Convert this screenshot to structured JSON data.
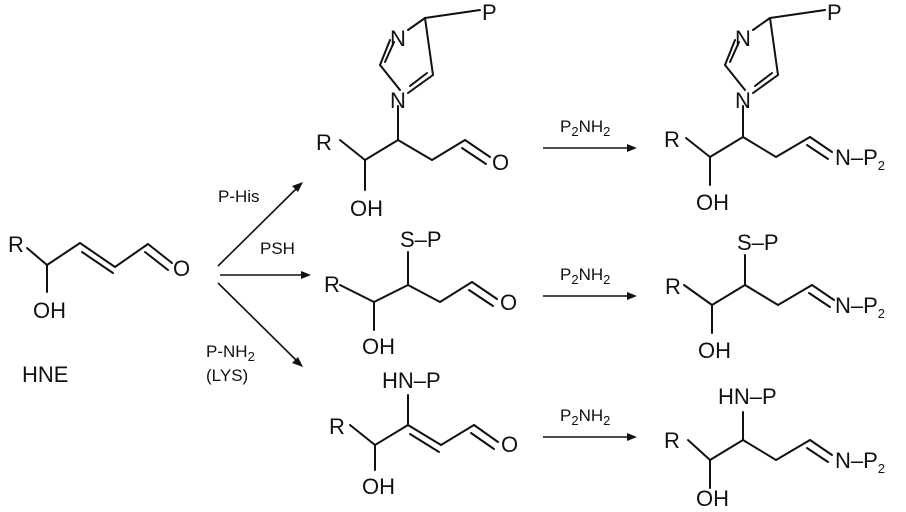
{
  "compounds": {
    "hne_name": "HNE",
    "R": "R",
    "OH": "OH",
    "O": "O",
    "N": "N",
    "P": "P",
    "S_P": "S–P",
    "HN_P": "HN–P",
    "N_P": "N–P",
    "P2_sub": "2"
  },
  "reagents": {
    "his": "P-His",
    "psh": "PSH",
    "pnh2": "P-NH",
    "pnh2_sub": "2",
    "lys": "(LYS)",
    "p2nh2_p": "P",
    "p2nh2_sub1": "2",
    "p2nh2_nh": "NH",
    "p2nh2_sub2": "2"
  }
}
